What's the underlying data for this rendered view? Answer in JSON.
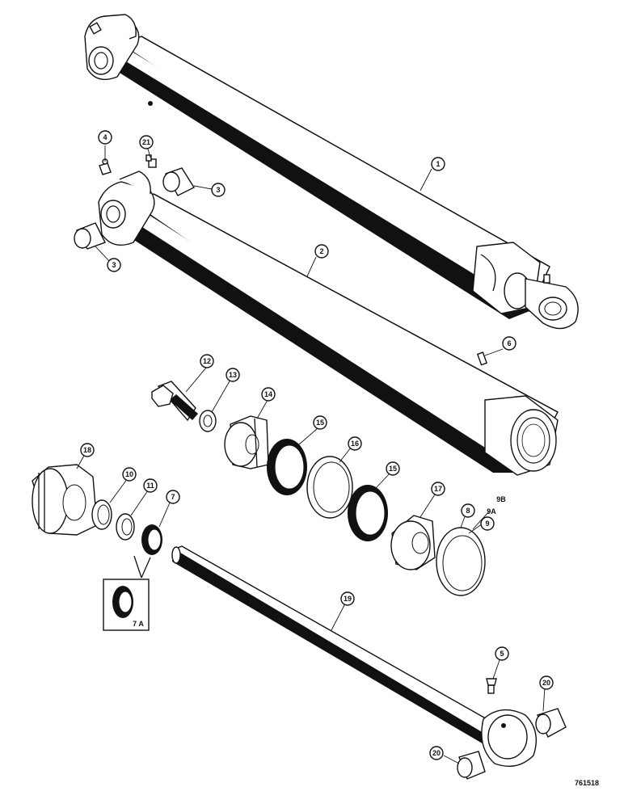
{
  "callouts": {
    "c1": "1",
    "c2": "2",
    "c3a": "3",
    "c3b": "3",
    "c4": "4",
    "c5": "5",
    "c6": "6",
    "c7": "7",
    "c7a": "7 A",
    "c8": "8",
    "c9": "9",
    "c9a": "9A",
    "c9b": "9B",
    "c10": "10",
    "c11": "11",
    "c12": "12",
    "c13": "13",
    "c14": "14",
    "c15a": "15",
    "c15b": "15",
    "c16": "16",
    "c17": "17",
    "c18": "18",
    "c19": "19",
    "c20a": "20",
    "c20b": "20",
    "c21": "21"
  },
  "figure_ref": "761518"
}
